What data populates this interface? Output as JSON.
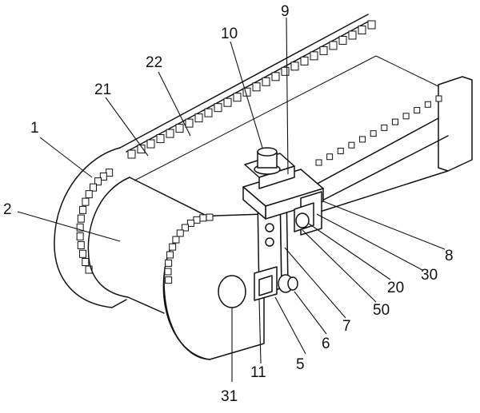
{
  "figure": {
    "labels": [
      {
        "id": "1",
        "text": "1"
      },
      {
        "id": "2",
        "text": "2"
      },
      {
        "id": "5",
        "text": "5"
      },
      {
        "id": "6",
        "text": "6"
      },
      {
        "id": "7",
        "text": "7"
      },
      {
        "id": "8",
        "text": "8"
      },
      {
        "id": "9",
        "text": "9"
      },
      {
        "id": "10",
        "text": "10"
      },
      {
        "id": "11",
        "text": "11"
      },
      {
        "id": "20",
        "text": "20"
      },
      {
        "id": "21",
        "text": "21"
      },
      {
        "id": "22",
        "text": "22"
      },
      {
        "id": "30",
        "text": "30"
      },
      {
        "id": "31",
        "text": "31"
      },
      {
        "id": "50",
        "text": "50"
      }
    ]
  }
}
